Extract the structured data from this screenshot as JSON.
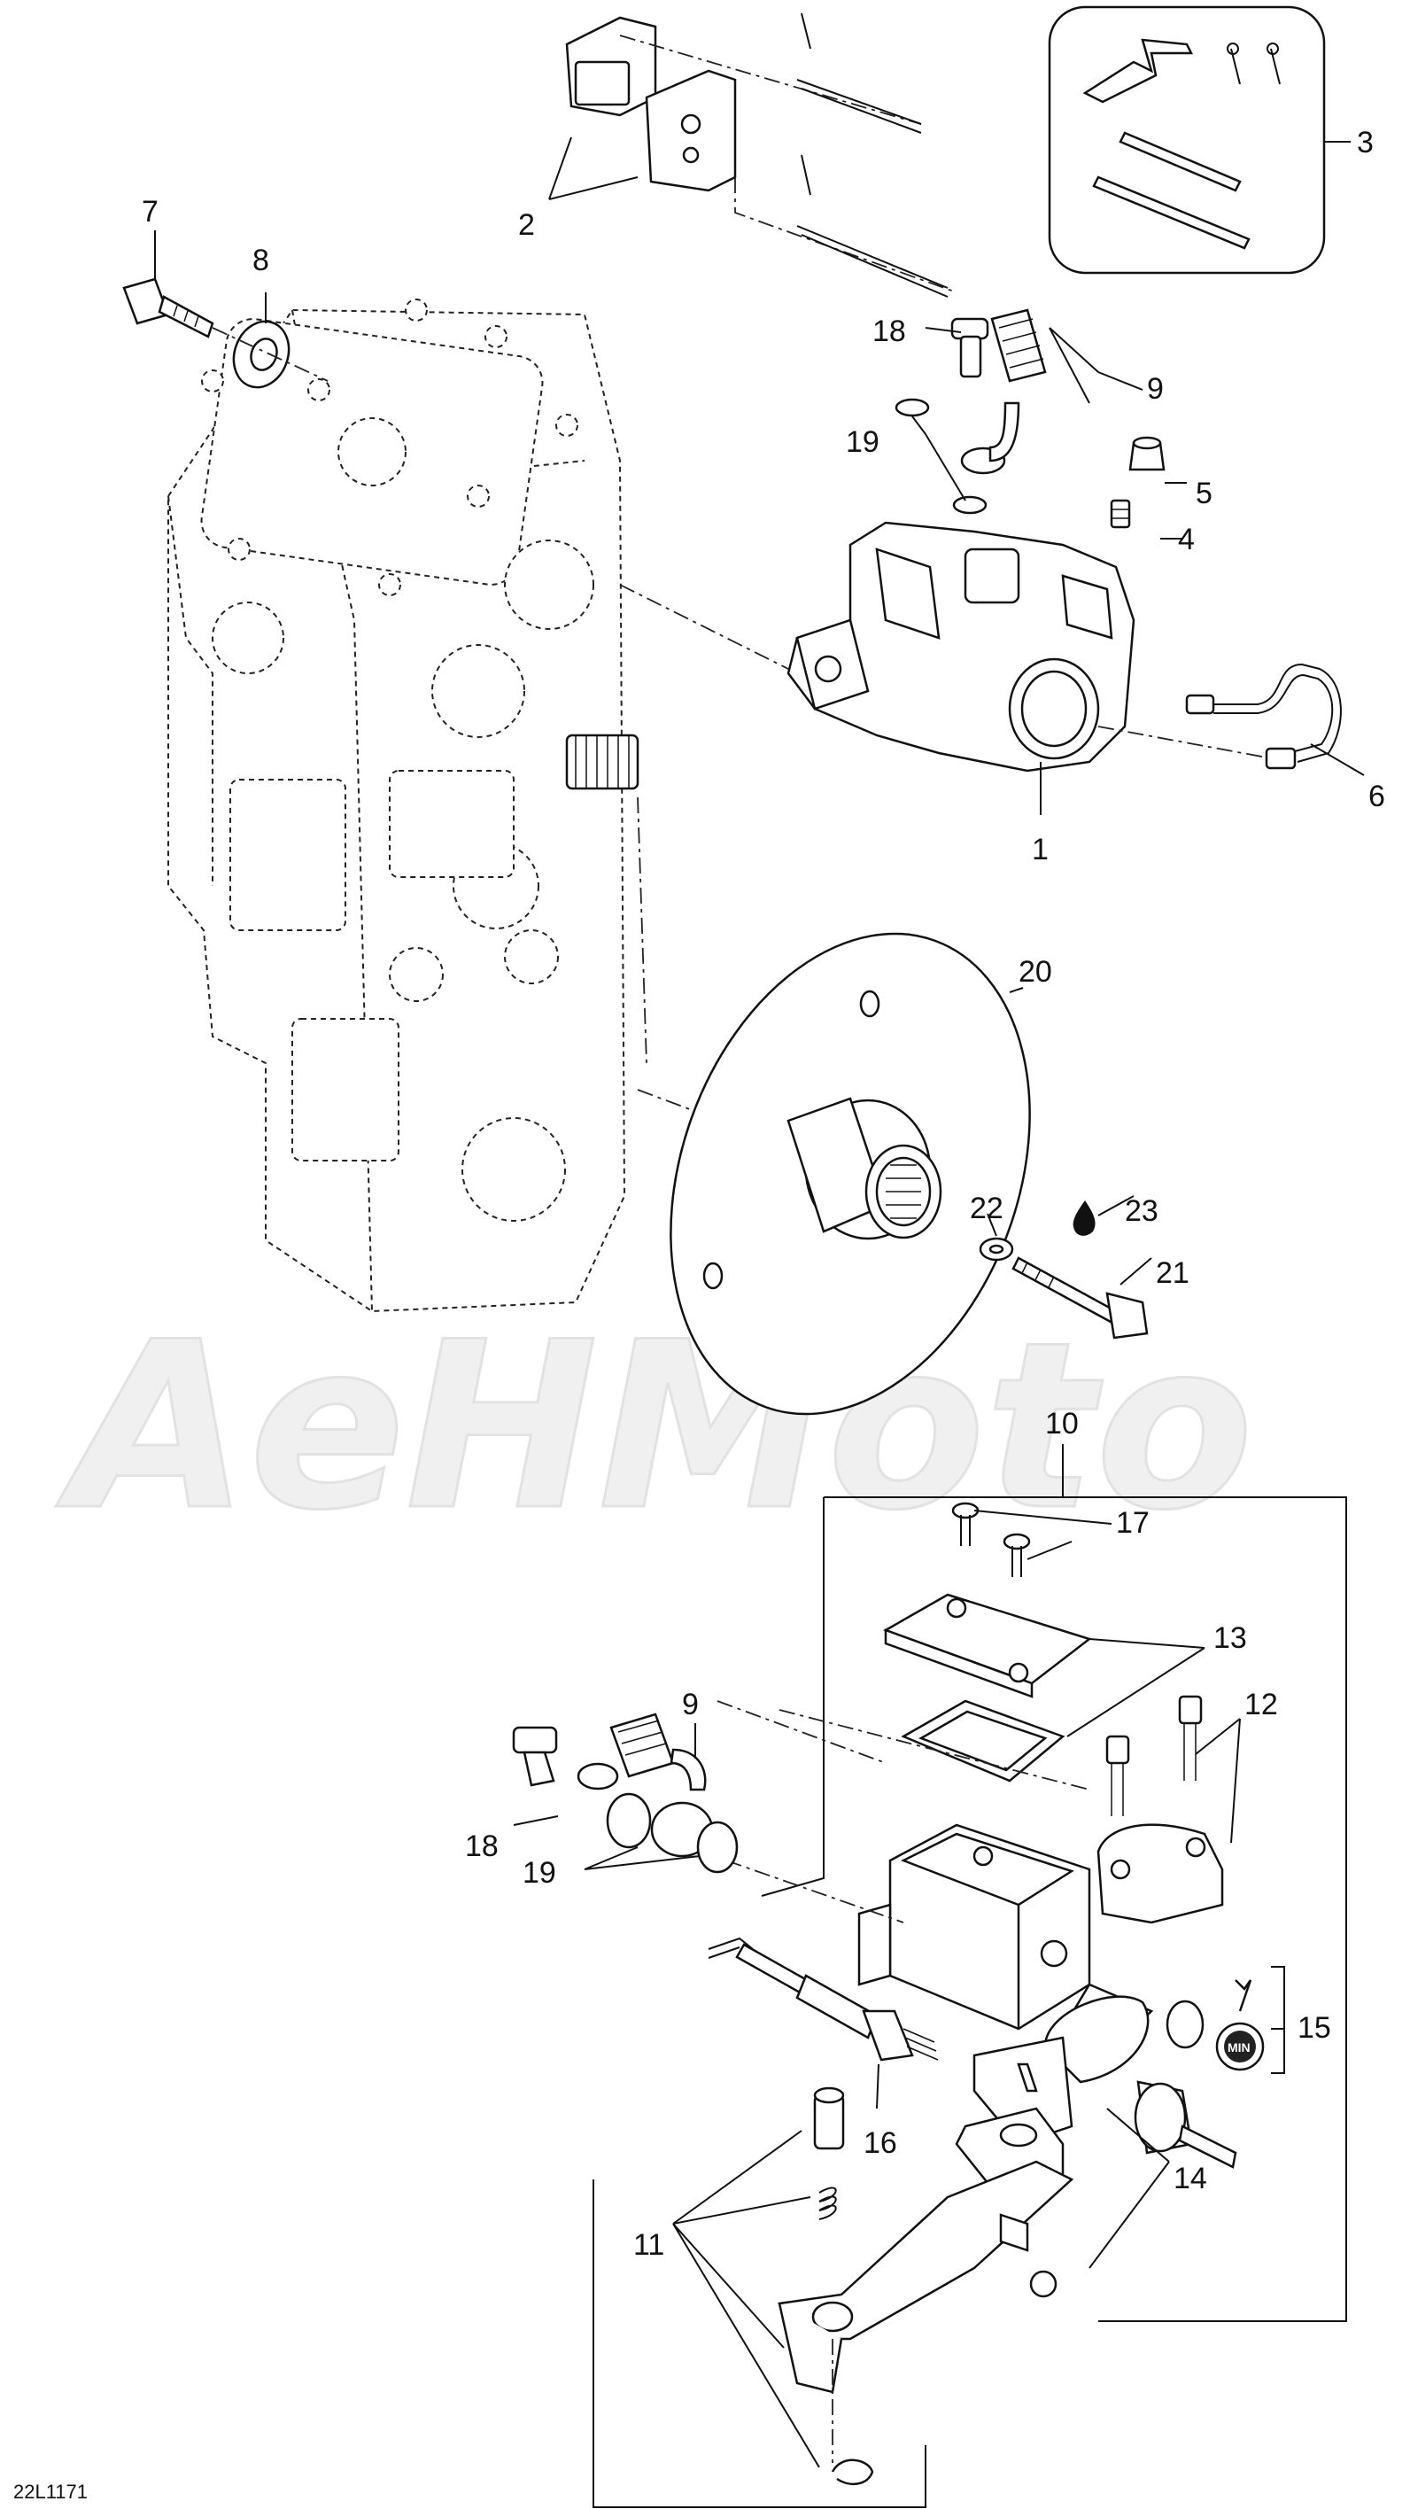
{
  "diagram": {
    "reference_code": "22L1171",
    "callouts": [
      {
        "id": "callout-1",
        "label": "1"
      },
      {
        "id": "callout-2",
        "label": "2"
      },
      {
        "id": "callout-3",
        "label": "3"
      },
      {
        "id": "callout-4",
        "label": "4"
      },
      {
        "id": "callout-5",
        "label": "5"
      },
      {
        "id": "callout-6",
        "label": "6"
      },
      {
        "id": "callout-7",
        "label": "7"
      },
      {
        "id": "callout-8",
        "label": "8"
      },
      {
        "id": "callout-9-top",
        "label": "9"
      },
      {
        "id": "callout-9-bottom",
        "label": "9"
      },
      {
        "id": "callout-10",
        "label": "10"
      },
      {
        "id": "callout-11",
        "label": "11"
      },
      {
        "id": "callout-12",
        "label": "12"
      },
      {
        "id": "callout-13",
        "label": "13"
      },
      {
        "id": "callout-14",
        "label": "14"
      },
      {
        "id": "callout-15",
        "label": "15"
      },
      {
        "id": "callout-16",
        "label": "16"
      },
      {
        "id": "callout-17",
        "label": "17"
      },
      {
        "id": "callout-18-top",
        "label": "18"
      },
      {
        "id": "callout-18-bottom",
        "label": "18"
      },
      {
        "id": "callout-19-top",
        "label": "19"
      },
      {
        "id": "callout-19-bottom",
        "label": "19"
      },
      {
        "id": "callout-20",
        "label": "20"
      },
      {
        "id": "callout-21",
        "label": "21"
      },
      {
        "id": "callout-22",
        "label": "22"
      },
      {
        "id": "callout-23",
        "label": "23"
      }
    ],
    "reservoir_cap_label": "MIN",
    "watermark_text": "AeHMoto"
  }
}
